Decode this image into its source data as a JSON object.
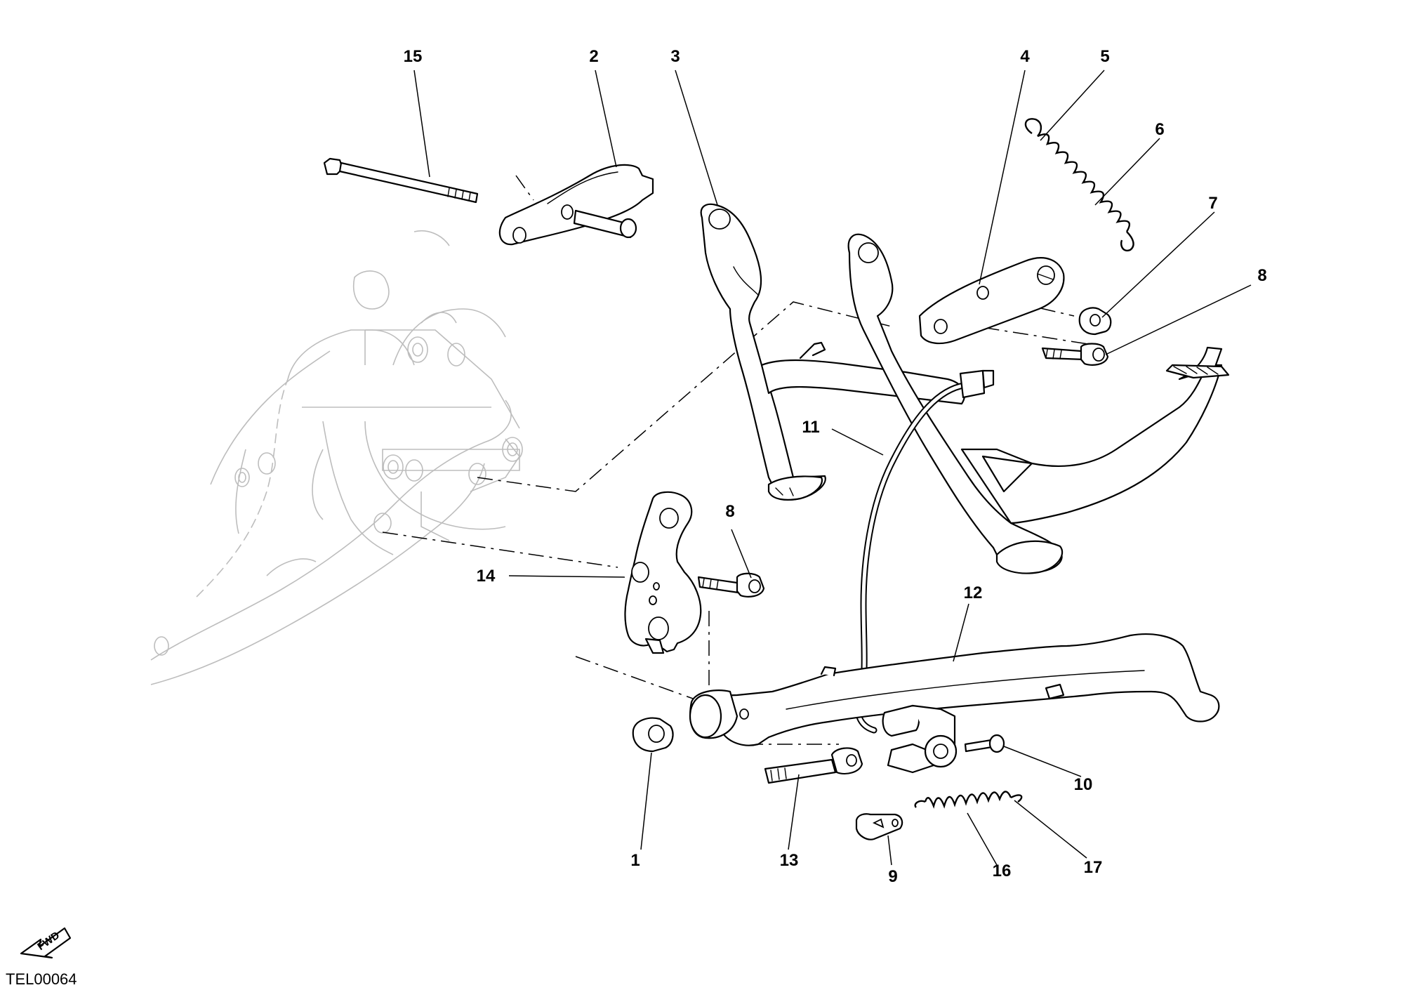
{
  "drawing_code": "TEL00064",
  "direction_badge": "FWD",
  "callouts": [
    "1",
    "2",
    "3",
    "4",
    "5",
    "6",
    "7",
    "8",
    "8",
    "9",
    "10",
    "11",
    "12",
    "13",
    "14",
    "15",
    "16",
    "17"
  ]
}
